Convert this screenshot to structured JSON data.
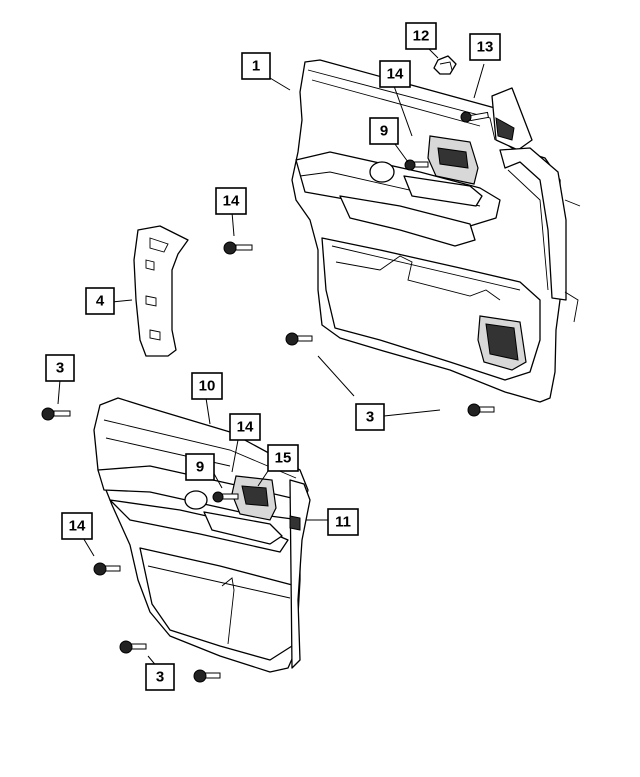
{
  "callouts": [
    {
      "id": "c1",
      "label": "1"
    },
    {
      "id": "c12",
      "label": "12"
    },
    {
      "id": "c13",
      "label": "13"
    },
    {
      "id": "c14a",
      "label": "14"
    },
    {
      "id": "c9a",
      "label": "9"
    },
    {
      "id": "c14b",
      "label": "14"
    },
    {
      "id": "c4",
      "label": "4"
    },
    {
      "id": "c3a",
      "label": "3"
    },
    {
      "id": "c10",
      "label": "10"
    },
    {
      "id": "c3b",
      "label": "3"
    },
    {
      "id": "c14c",
      "label": "14"
    },
    {
      "id": "c15",
      "label": "15"
    },
    {
      "id": "c9b",
      "label": "9"
    },
    {
      "id": "c11",
      "label": "11"
    },
    {
      "id": "c14d",
      "label": "14"
    },
    {
      "id": "c3c",
      "label": "3"
    }
  ]
}
